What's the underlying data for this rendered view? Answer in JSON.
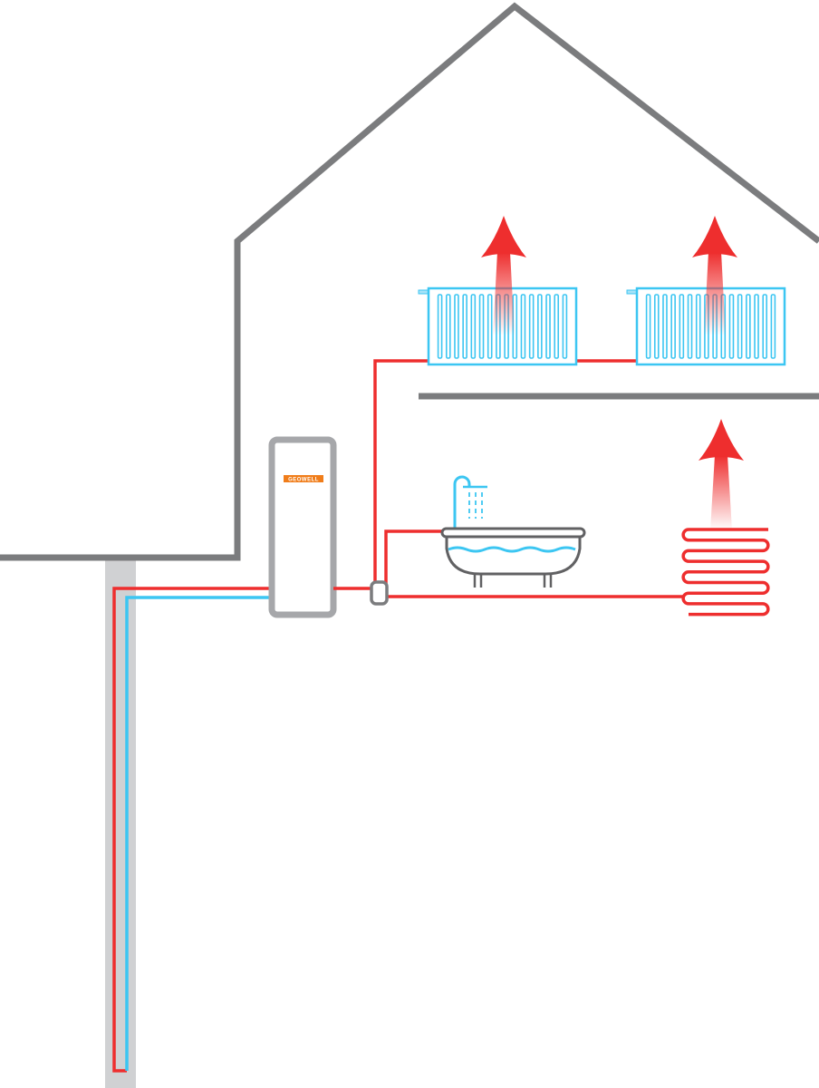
{
  "diagram": {
    "logo": {
      "text": "GEOWELL",
      "color": "#f07d1a"
    },
    "colors": {
      "house": "#7b7c7e",
      "heat_pump": "#a6a7aa",
      "borehole": "#d0d1d3",
      "hot_pipe": "#ee2e2e",
      "cold_pipe": "#3cc6f2",
      "bathtub": "#616163",
      "heat_arrow": "#ee2e2e"
    },
    "components": [
      "house",
      "ground-borehole",
      "heat-pump",
      "valve",
      "radiator",
      "radiator",
      "bathtub-with-shower",
      "underfloor-heating-coil"
    ],
    "radiator_fin_count": 16
  }
}
